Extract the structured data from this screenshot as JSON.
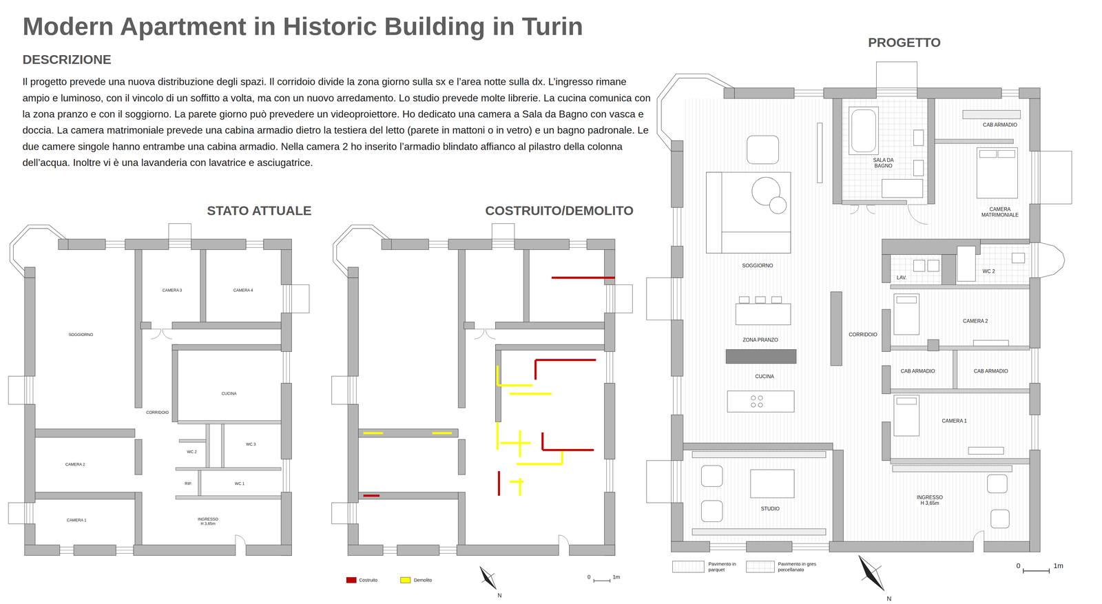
{
  "diagram": {
    "title": "Modern Apartment in Historic Building in Turin",
    "labels": [
      "DESCRIZIONE",
      "Il progetto prevede una nuova distribuzione degli spazi. Il corridoio divide la zona giorno sulla sx e l’area notte sulla dx. L’ingresso rimane ampio e luminoso, con il vincolo di un soffitto a volta, ma con un nuovo arredamento. Lo studio prevede molte librerie. La cucina comunica con la zona pranzo e con il soggiorno. La parete giorno può prevedere un videoproiettore. Ho dedicato una camera a Sala da Bagno con vasca e doccia. La camera matrimoniale prevede una cabina armadio dietro la testiera del letto (parete in mattoni o in vetro) e un bagno padronale. Le due camere singole hanno entrambe una cabina armadio. Nella camera 2 ho inserito l’armadio blindato affianco al pilastro della colonna dell’acqua. Inoltre vi è una lavanderia con lavatrice e asciugatrice.",
      "STATO ATTUALE",
      "COSTRUITO/DEMOLITO",
      "PROGETTO",
      "CAMERA 3",
      "CAMERA 4",
      "SOGGIORNO",
      "CUCINA",
      "CORRIDOIO",
      "WC 2",
      "WC 3",
      "CAMERA 2",
      "RIP.",
      "WC 1",
      "CAMERA 1",
      "INGRESSO H 3,65m",
      "0",
      "1m",
      "N",
      "SALA DA BAGNO",
      "CAB ARMADIO",
      "CAMERA MATRIMONIALE",
      "SOGGIORNO",
      "LAV.",
      "WC 2",
      "CORRIDOIO",
      "CAMERA 2",
      "ZONA PRANZO",
      "CAB ARMADIO",
      "CAB ARMADIO",
      "CUCINA",
      "CAMERA 1",
      "INGRESSO H 3,65m",
      "STUDIO",
      "0",
      "1m",
      "N"
    ],
    "legend": [
      {
        "text": "Costruito",
        "color": "#c00000"
      },
      {
        "text": "Demolito",
        "color": "#ffff00"
      },
      {
        "text": "Pavimento in parquet"
      },
      {
        "text": "Pavimento in gres porcellanato"
      }
    ]
  }
}
